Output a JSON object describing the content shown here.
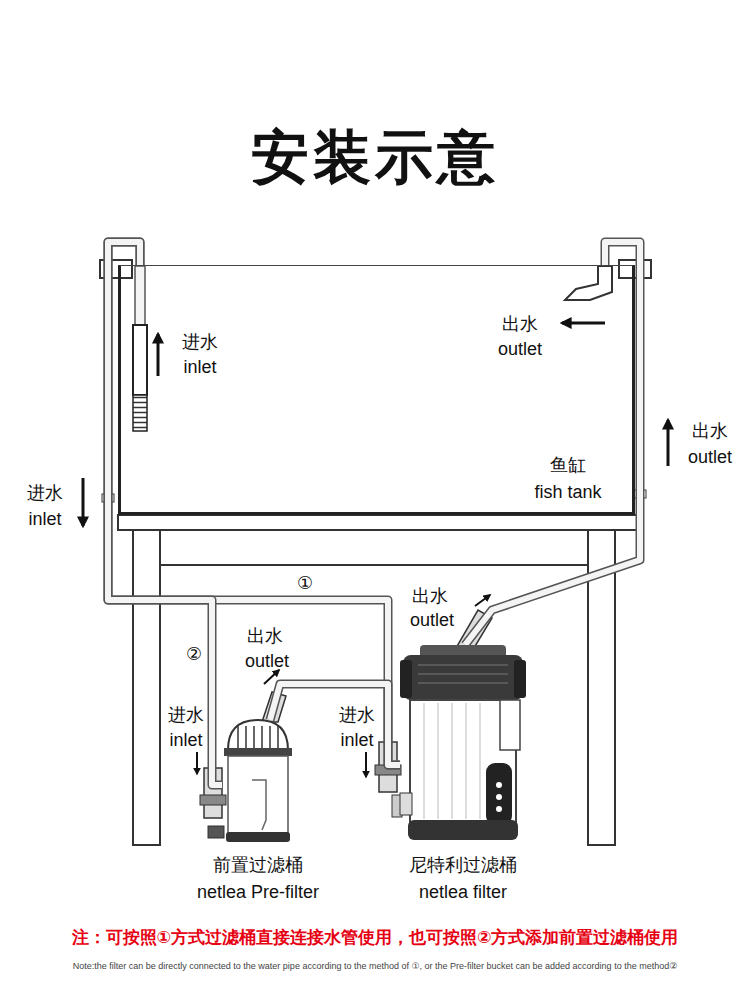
{
  "diagram": {
    "title": "安装示意",
    "nodes": [
      {
        "text": [
          "鱼缸",
          "fish tank"
        ]
      },
      {
        "text": [
          "前置过滤桶",
          "netlea Pre-filter"
        ]
      },
      {
        "text": [
          "尼特利过滤桶",
          "netlea filter"
        ]
      }
    ],
    "edges": [
      {
        "from": 0,
        "to": 2,
        "label": "①",
        "arrow": "none"
      },
      {
        "from": 0,
        "to": 1,
        "label": "②",
        "arrow": "none"
      },
      {
        "from": 1,
        "to": 2,
        "arrow": "none"
      },
      {
        "from": 2,
        "to": 0,
        "arrow": "none"
      }
    ],
    "labels": [
      "进水",
      "inlet",
      "出水",
      "outlet",
      "出水",
      "outlet",
      "进水",
      "inlet",
      "出水",
      "outlet",
      "出水",
      "outlet",
      "进水",
      "inlet",
      "进水",
      "inlet",
      "注：可按照①方式过滤桶直接连接水管使用，也可按照②方式添加前置过滤桶使用",
      "Note:the filter can be directly connected to the water pipe according to the method of ①, or the Pre-filter bucket can be added according to the method②"
    ]
  }
}
